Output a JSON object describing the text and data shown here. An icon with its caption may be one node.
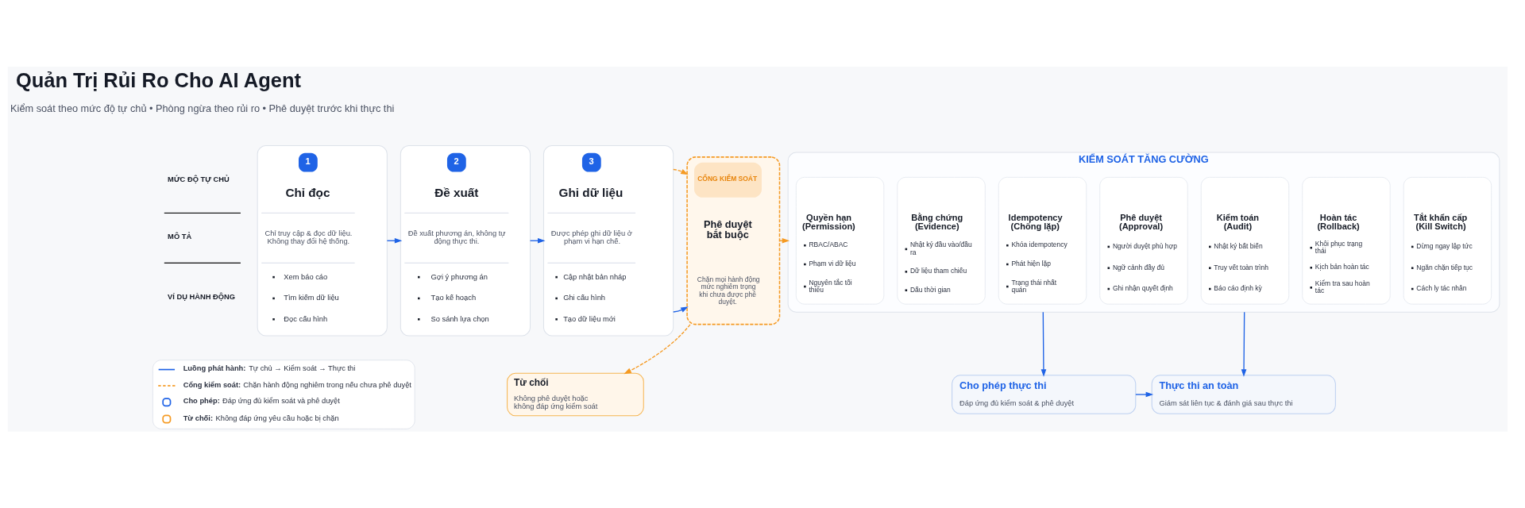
{
  "diagram": {
    "title": "Quản Trị Rủi Ro Cho AI Agent",
    "nodes": [
      {
        "text": [
          "1",
          "Chỉ đọc",
          "Chỉ truy cập & đọc dữ liệu. Không thay đổi hệ thống.",
          "Xem báo cáo",
          "Tìm kiếm dữ liệu",
          "Đọc cấu hình"
        ]
      },
      {
        "text": [
          "2",
          "Đề xuất",
          "Đề xuất phương án, không tự động thực thi.",
          "Gợi ý phương án",
          "Tạo kế hoạch",
          "So sánh lựa chọn"
        ]
      },
      {
        "text": [
          "3",
          "Ghi dữ liệu",
          "Được phép ghi dữ liệu ở phạm vi hạn chế.",
          "Cập nhật bản nháp",
          "Ghi cấu hình",
          "Tạo dữ liệu mới"
        ]
      },
      {
        "text": [
          "CỔNG KIỂM SOÁT",
          "Phê duyệt bắt buộc",
          "Chặn mọi hành động mức nghiêm trọng khi chưa được phê duyệt."
        ]
      },
      {
        "text": [
          "KIỂM SOÁT TĂNG CƯỜNG"
        ]
      },
      {
        "text": [
          "Quyền hạn (Permission)",
          "RBAC/ABAC",
          "Phạm vi dữ liệu",
          "Nguyên tắc tối thiểu"
        ],
        "in": 4
      },
      {
        "text": [
          "Bằng chứng (Evidence)",
          "Nhật ký đầu vào/đầu ra",
          "Dữ liệu tham chiếu",
          "Dấu thời gian"
        ],
        "in": 4
      },
      {
        "text": [
          "Idempotency (Chống lặp)",
          "Khóa idempotency",
          "Phát hiện lặp",
          "Trạng thái nhất quán"
        ],
        "in": 4
      },
      {
        "text": [
          "Phê duyệt (Approval)",
          "Người duyệt phù hợp",
          "Ngữ cảnh đầy đủ",
          "Ghi nhận quyết định"
        ],
        "in": 4
      },
      {
        "text": [
          "Kiểm toán (Audit)",
          "Nhật ký bất biến",
          "Truy vết toàn trình",
          "Báo cáo định kỳ"
        ],
        "in": 4
      },
      {
        "text": [
          "Hoàn tác (Rollback)",
          "Khôi phục trạng thái",
          "Kịch bản hoàn tác",
          "Kiểm tra sau hoàn tác"
        ],
        "in": 4
      },
      {
        "text": [
          "Tắt khẩn cấp (Kill Switch)",
          "Dừng ngay lập tức",
          "Ngăn chặn tiếp tục",
          "Cách ly tác nhân"
        ],
        "in": 4
      },
      {
        "text": [
          "Từ chối",
          "Không phê duyệt hoặc không đáp ứng kiểm soát"
        ]
      },
      {
        "text": [
          "Cho phép thực thi",
          "Đáp ứng đủ kiểm soát & phê duyệt"
        ]
      },
      {
        "text": [
          "Thực thi an toàn",
          "Giám sát liên tục & đánh giá sau thực thi"
        ]
      }
    ],
    "edges": [
      {
        "from": 0,
        "to": 1,
        "arrow": "to"
      },
      {
        "from": 1,
        "to": 2,
        "arrow": "to"
      },
      {
        "from": 2,
        "to": 3,
        "arrow": "to"
      },
      {
        "from": 2,
        "to": 3,
        "arrow": "to",
        "style": "dashed",
        "color": "#f59a23"
      },
      {
        "from": 3,
        "to": 4,
        "arrow": "to",
        "style": "dashed",
        "color": "#f59a23"
      },
      {
        "from": 3,
        "to": 12,
        "arrow": "to",
        "style": "dashed",
        "color": "#f59a23"
      },
      {
        "from": 4,
        "to": 13,
        "arrow": "to"
      },
      {
        "from": 4,
        "to": 14,
        "arrow": "to"
      },
      {
        "from": 13,
        "to": 14,
        "arrow": "to"
      }
    ],
    "labels": [
      "Kiểm soát theo mức độ tự chủ • Phòng ngừa theo rủi ro • Phê duyệt trước khi thực thi",
      "MỨC ĐỘ TỰ CHỦ",
      "MÔ TẢ",
      "VÍ DỤ HÀNH ĐỘNG"
    ],
    "legend": [
      {
        "text": "**Luồng phát hành:** Tự chủ → Kiểm soát → Thực thi"
      },
      {
        "text": "**Cổng kiểm soát:** Chặn hành động nghiêm trong nếu chưa phê duyệt"
      },
      {
        "text": "**Cho phép:** Đáp ứng đủ kiểm soát và phê duyệt"
      },
      {
        "text": "**Từ chối:** Không đáp ứng yêu cầu hoặc bị chặn"
      }
    ]
  }
}
